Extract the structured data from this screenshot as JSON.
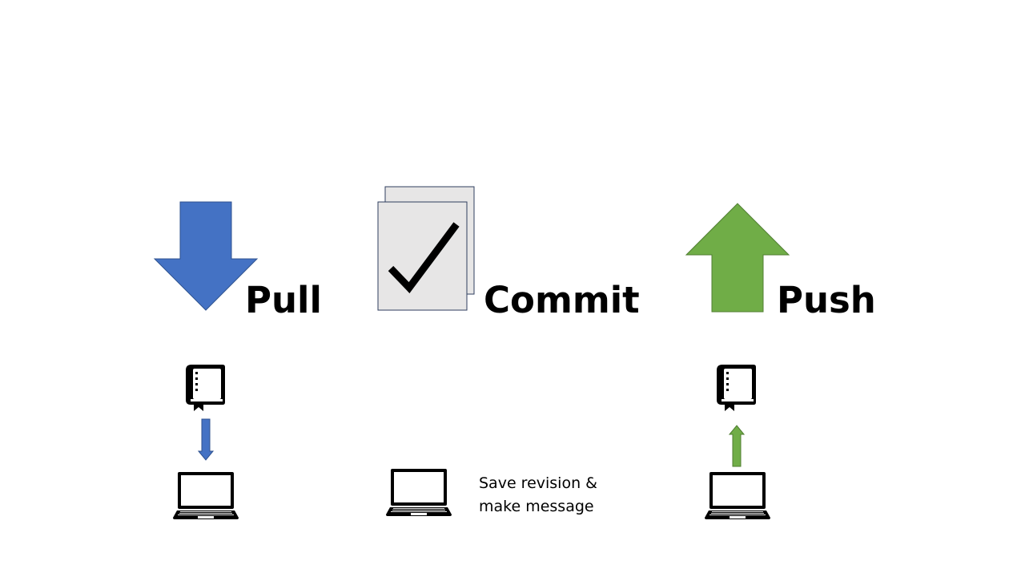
{
  "steps": {
    "pull": {
      "label": "Pull",
      "icon": "down-arrow-icon",
      "color": "#4472C4"
    },
    "commit": {
      "label": "Commit",
      "icon": "checked-document-icon",
      "note_line1": "Save revision &",
      "note_line2": "make message"
    },
    "push": {
      "label": "Push",
      "icon": "up-arrow-icon",
      "color": "#70AD47"
    }
  },
  "icons": {
    "repository": "repository-book-icon",
    "computer": "laptop-icon"
  }
}
